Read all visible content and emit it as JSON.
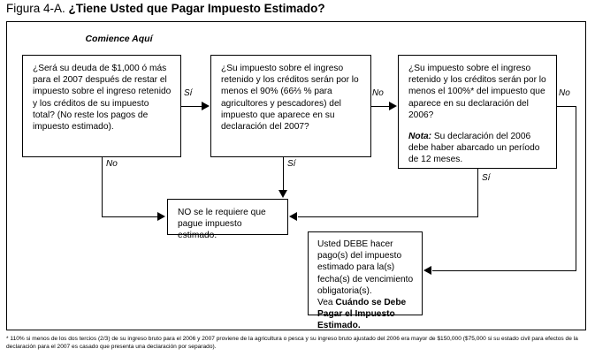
{
  "title": {
    "figure_label": "Figura 4-A.",
    "question": "¿Tiene Usted que Pagar Impuesto Estimado?"
  },
  "start_label": "Comience Aquí",
  "nodes": {
    "box1": {
      "text": "¿Será su deuda de $1,000 ó más para el 2007 después de restar el impuesto sobre el ingreso retenido y los créditos de su impuesto total? (No reste los pagos de impuesto estimado)."
    },
    "box2": {
      "text": "¿Su impuesto sobre el ingreso retenido y los créditos serán por lo menos el 90% (66⅔ % para agricultores y pescadores) del impuesto que aparece en su declaración del 2007?"
    },
    "box3": {
      "text": "¿Su impuesto sobre el ingreso retenido y los créditos serán por lo menos el 100%* del impuesto que aparece en su declaración del 2006?",
      "note_label": "Nota:",
      "note_text": " Su declaración del 2006 debe haber abarcado un período de 12 meses."
    },
    "box_no_pay": {
      "text": "NO se le requiere que pague impuesto estimado."
    },
    "box_must_pay": {
      "text": "Usted DEBE hacer pago(s) del impuesto estimado para la(s) fecha(s) de vencimiento obligatoria(s).",
      "see_prefix": "Vea ",
      "see_bold": "Cuándo se Debe Pagar el Impuesto Estimado."
    }
  },
  "edges": {
    "box1_yes": "Sí",
    "box1_no": "No",
    "box2_no": "No",
    "box2_yes": "Sí",
    "box3_no": "No",
    "box3_yes": "Sí"
  },
  "footnote": "* 110% si menos de los dos tercios (2/3) de su ingreso bruto para el 2006 y 2007 proviene de la agricultura o pesca y su ingreso bruto ajustado del 2006 era mayor de $150,000 ($75,000 si su estado civil para efectos de la declaración para el 2007 es casado que presenta una declaración por separado)."
}
